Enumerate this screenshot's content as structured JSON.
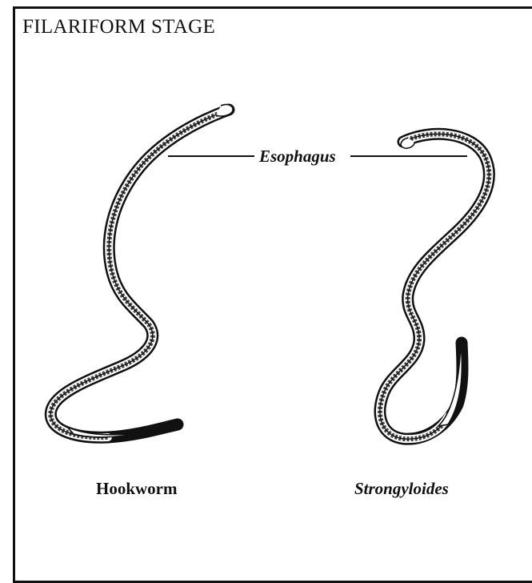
{
  "figure": {
    "title": "FILARIFORM STAGE",
    "annotation": "Esophagus",
    "specimens": [
      {
        "label": "Hookworm",
        "italic": false
      },
      {
        "label": "Strongyloides",
        "italic": true
      }
    ],
    "colors": {
      "ink": "#111111",
      "background": "#ffffff"
    }
  }
}
